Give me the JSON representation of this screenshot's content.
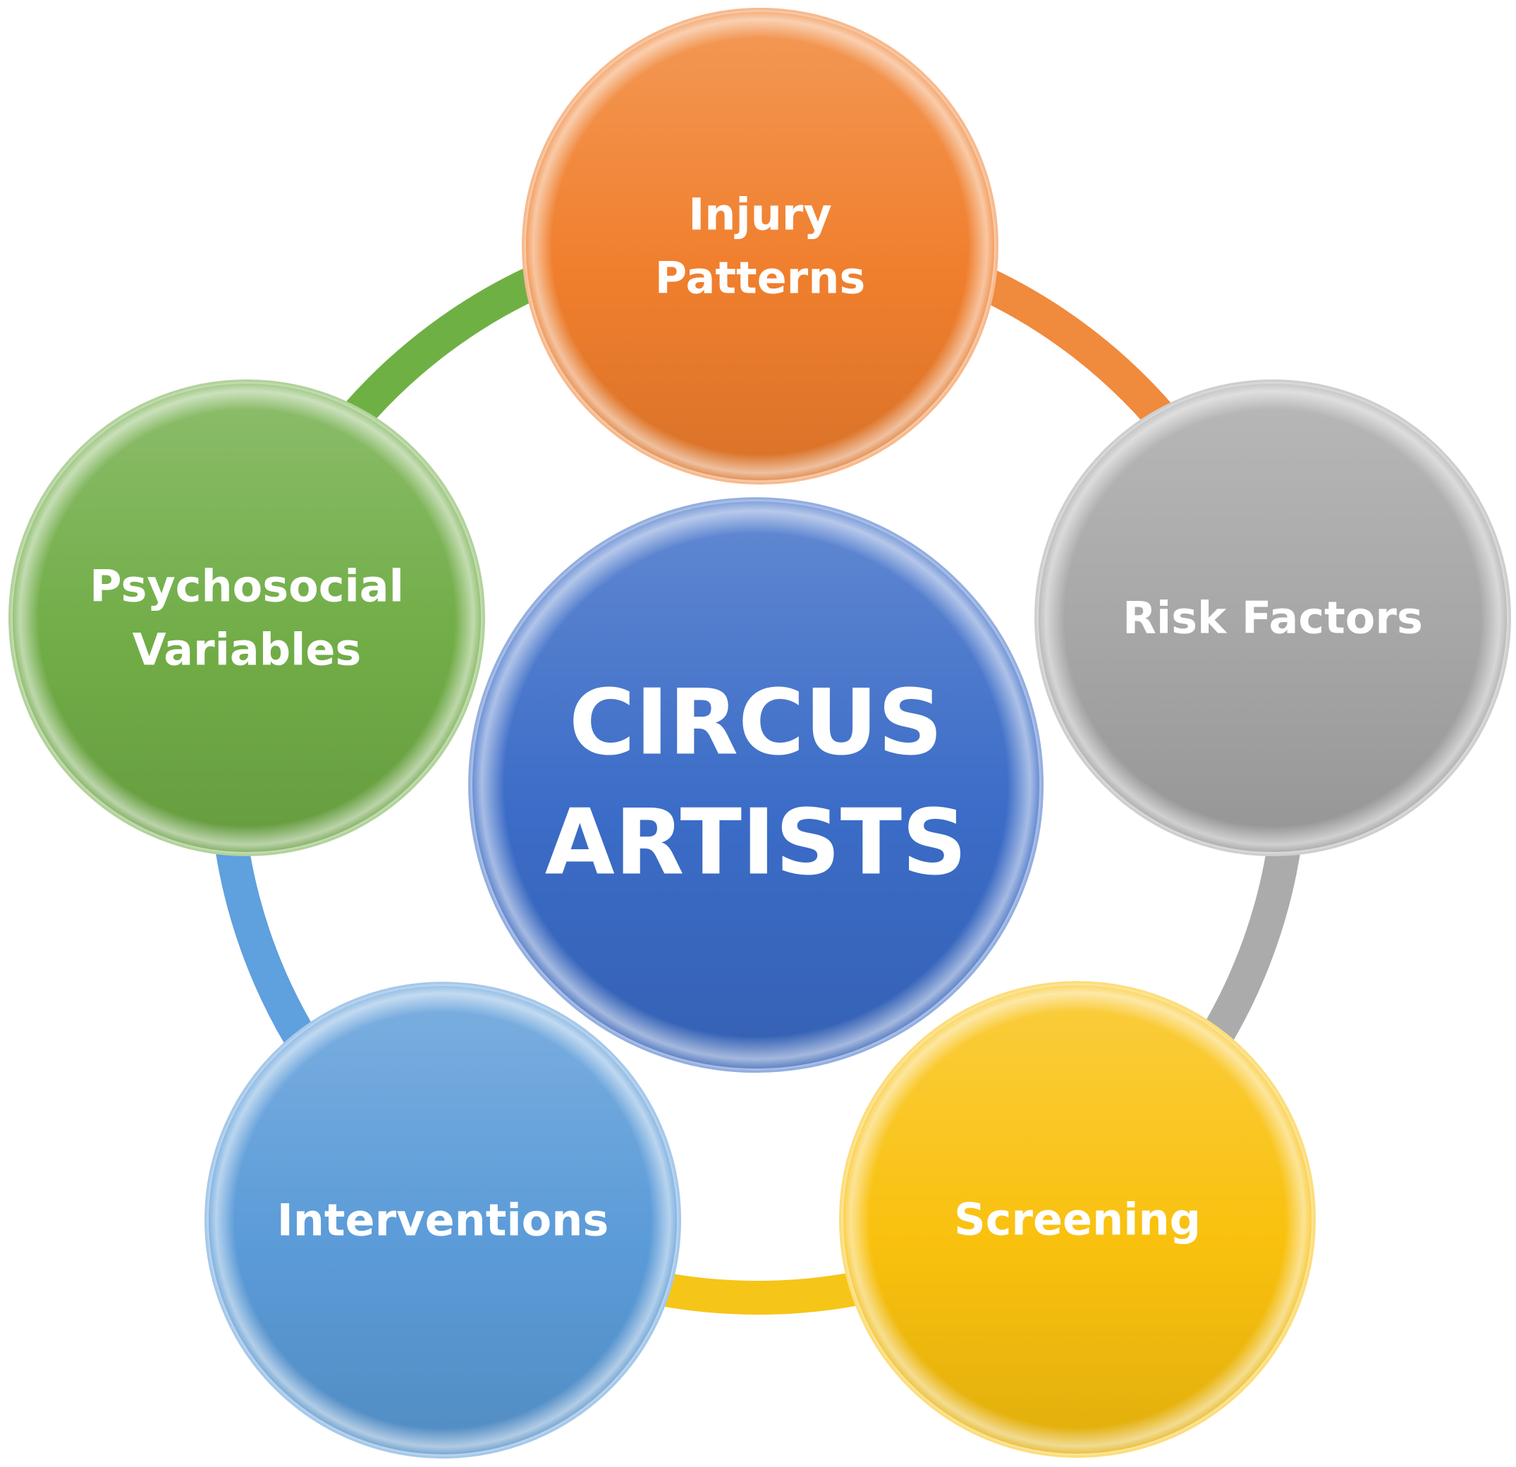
{
  "center": {
    "lines": [
      "CIRCUS",
      "ARTISTS"
    ],
    "color": "#3b6cc7"
  },
  "nodes": [
    {
      "id": "injury-patterns",
      "lines": [
        "Injury",
        "Patterns"
      ],
      "color": "#f07f2d",
      "ring_color": "#f08a3c"
    },
    {
      "id": "risk-factors",
      "lines": [
        "Risk Factors"
      ],
      "color": "#a6a6a6",
      "ring_color": "#ababab"
    },
    {
      "id": "screening",
      "lines": [
        "Screening"
      ],
      "color": "#f9c10e",
      "ring_color": "#f5c518"
    },
    {
      "id": "interventions",
      "lines": [
        "Interventions"
      ],
      "color": "#5b9bd8",
      "ring_color": "#5fa0de"
    },
    {
      "id": "psychosocial-variables",
      "lines": [
        "Psychosocial",
        "Variables"
      ],
      "color": "#71ad47",
      "ring_color": "#6fb044"
    }
  ]
}
